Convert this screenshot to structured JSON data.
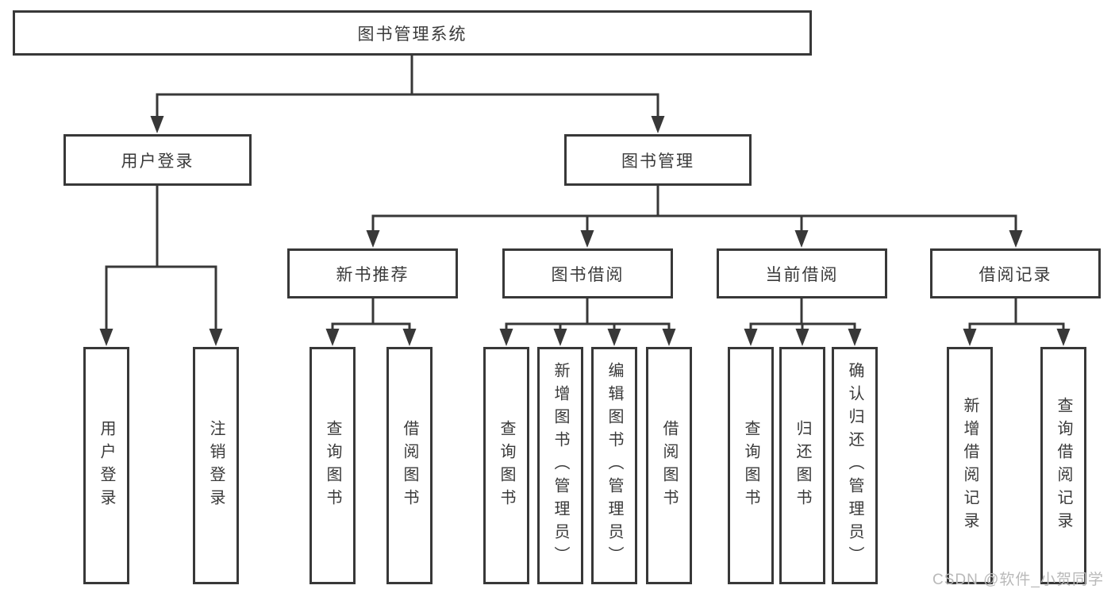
{
  "colors": {
    "line": "#383838",
    "box_border": "#383838",
    "text": "#3a3a3a",
    "background": "#ffffff",
    "watermark": "#b9b9b9"
  },
  "watermark": {
    "text": "CSDN @软件_小贺同学"
  },
  "tree": {
    "root": {
      "label": "图书管理系统"
    },
    "branches": [
      {
        "label": "用户登录",
        "leaves": [
          "用户登录",
          "注销登录"
        ]
      },
      {
        "label": "图书管理",
        "sections": [
          {
            "label": "新书推荐",
            "leaves": [
              "查询图书",
              "借阅图书"
            ]
          },
          {
            "label": "图书借阅",
            "leaves": [
              "查询图书",
              "新增图书（管理员）",
              "编辑图书（管理员）",
              "借阅图书"
            ]
          },
          {
            "label": "当前借阅",
            "leaves": [
              "查询图书",
              "归还图书",
              "确认归还（管理员）"
            ]
          },
          {
            "label": "借阅记录",
            "leaves": [
              "新增借阅记录",
              "查询借阅记录"
            ]
          }
        ]
      }
    ]
  }
}
